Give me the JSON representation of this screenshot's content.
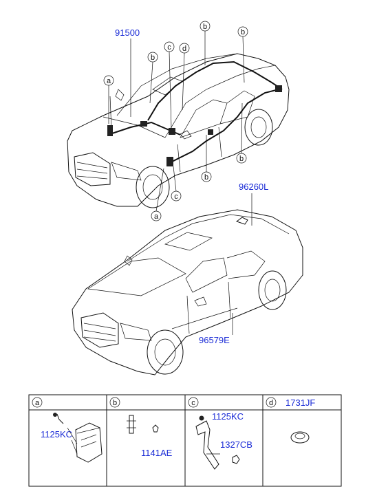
{
  "top_car": {
    "part_number": "91500",
    "callouts": [
      "a",
      "a",
      "b",
      "b",
      "b",
      "b",
      "b",
      "b",
      "c",
      "c",
      "d"
    ]
  },
  "bottom_car": {
    "part_numbers": [
      "96260L",
      "96579E"
    ]
  },
  "legend": {
    "columns": [
      {
        "letter": "a",
        "parts": [
          "1125KC"
        ]
      },
      {
        "letter": "b",
        "parts": [
          "1141AE"
        ]
      },
      {
        "letter": "c",
        "parts": [
          "1125KC",
          "1327CB"
        ]
      },
      {
        "letter": "d",
        "header_part": "1731JF"
      }
    ]
  }
}
